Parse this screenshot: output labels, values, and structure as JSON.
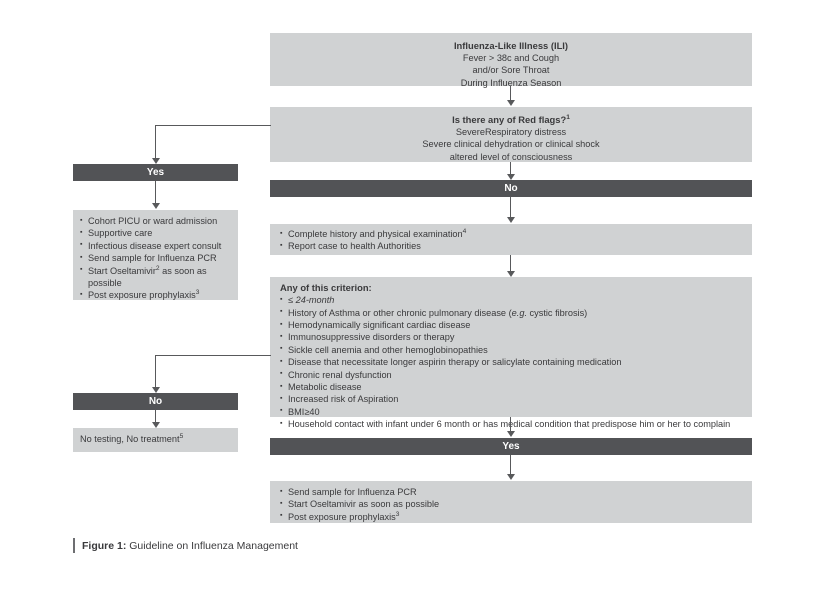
{
  "figure": {
    "label": "Figure 1:",
    "title": "Guideline on Influenza Management"
  },
  "colors": {
    "box_fill": "#d0d2d3",
    "bar_fill": "#525356",
    "bar_text": "#ffffff",
    "text": "#3a3a3c",
    "connector": "#58595b"
  },
  "nodes": {
    "ili": {
      "title": "Influenza-Like Illness (ILI)",
      "lines": [
        "Fever > 38c and Cough",
        "and/or Sore Throat",
        "During Influenza Season"
      ]
    },
    "red_flags": {
      "title": "Is there any of Red flags?",
      "title_sup": "1",
      "lines": [
        "SevereRespiratory distress",
        "Severe clinical dehydration or clinical shock",
        "altered level of consciousness"
      ]
    },
    "yes_bar_1": {
      "label": "Yes"
    },
    "no_bar_1": {
      "label": "No"
    },
    "severe_actions": {
      "items": [
        {
          "text": "Cohort PICU or ward admission"
        },
        {
          "text": "Supportive care"
        },
        {
          "text": "Infectious disease expert consult"
        },
        {
          "text": "Send sample for Influenza PCR"
        },
        {
          "text": "Start Oseltamivir",
          "sup": "2",
          "text_after": " as soon as"
        },
        {
          "text": "possible",
          "nobullet": true
        },
        {
          "text": "Post exposure prophylaxis",
          "sup": "3"
        }
      ]
    },
    "history": {
      "items": [
        {
          "text": "Complete history and physical examination",
          "sup": "4"
        },
        {
          "text": "Report case to health Authorities"
        }
      ]
    },
    "criteria": {
      "title": "Any of this criterion:",
      "items": [
        {
          "pre": "",
          "ital": "≤ 24-month",
          "post": ""
        },
        {
          "pre": "History of Asthma or other chronic pulmonary disease (",
          "ital": "e.g.",
          "post": " cystic fibrosis)"
        },
        {
          "pre": "Hemodynamically significant cardiac disease"
        },
        {
          "pre": "Immunosuppressive disorders or therapy"
        },
        {
          "pre": "Sickle cell anemia and other hemoglobinopathies"
        },
        {
          "pre": "Disease that necessitate longer aspirin therapy or salicylate containing medication"
        },
        {
          "pre": "Chronic renal dysfunction"
        },
        {
          "pre": "Metabolic disease"
        },
        {
          "pre": "Increased risk of Aspiration"
        },
        {
          "pre": "BMI≥40"
        },
        {
          "pre": "Household contact with infant under 6 month or has medical condition that predispose him or her to complain"
        }
      ]
    },
    "no_bar_2": {
      "label": "No"
    },
    "yes_bar_2": {
      "label": "Yes"
    },
    "no_treatment": {
      "text": "No testing, No treatment",
      "sup": "5"
    },
    "treat_actions": {
      "items": [
        {
          "text": "Send sample for Influenza PCR"
        },
        {
          "text": "Start Oseltamivir as soon as possible"
        },
        {
          "text": "Post exposure prophylaxis",
          "sup": "3"
        }
      ]
    }
  }
}
